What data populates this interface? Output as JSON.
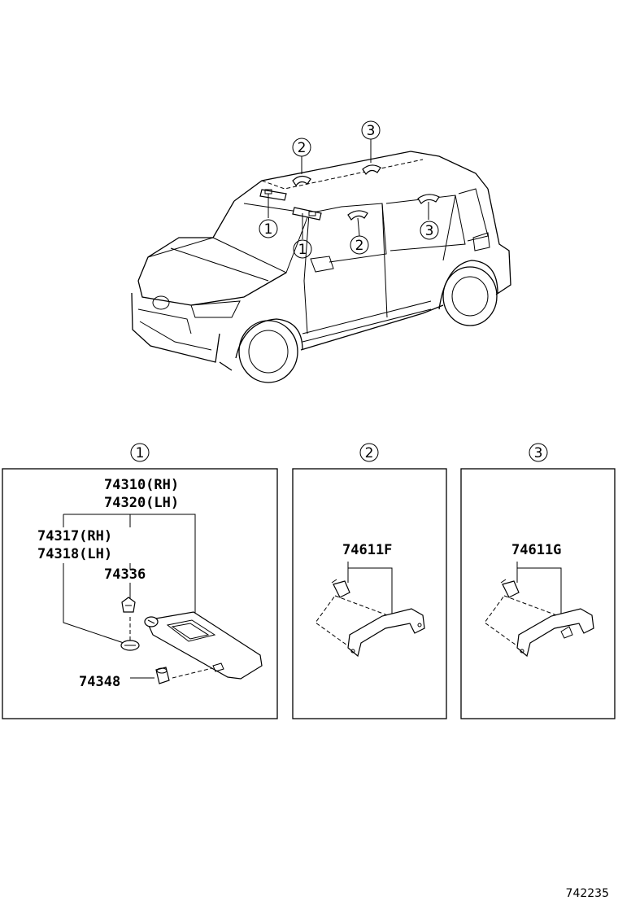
{
  "overview": {
    "callouts": [
      "2",
      "3",
      "1",
      "1",
      "2",
      "3"
    ]
  },
  "panels": [
    {
      "marker": "1",
      "labels": [
        "74310(RH)",
        "74320(LH)",
        "74317(RH)",
        "74318(LH)",
        "74336",
        "74348"
      ]
    },
    {
      "marker": "2",
      "labels": [
        "74611F"
      ]
    },
    {
      "marker": "3",
      "labels": [
        "74611G"
      ]
    }
  ],
  "footer": {
    "figure_number": "742235"
  }
}
